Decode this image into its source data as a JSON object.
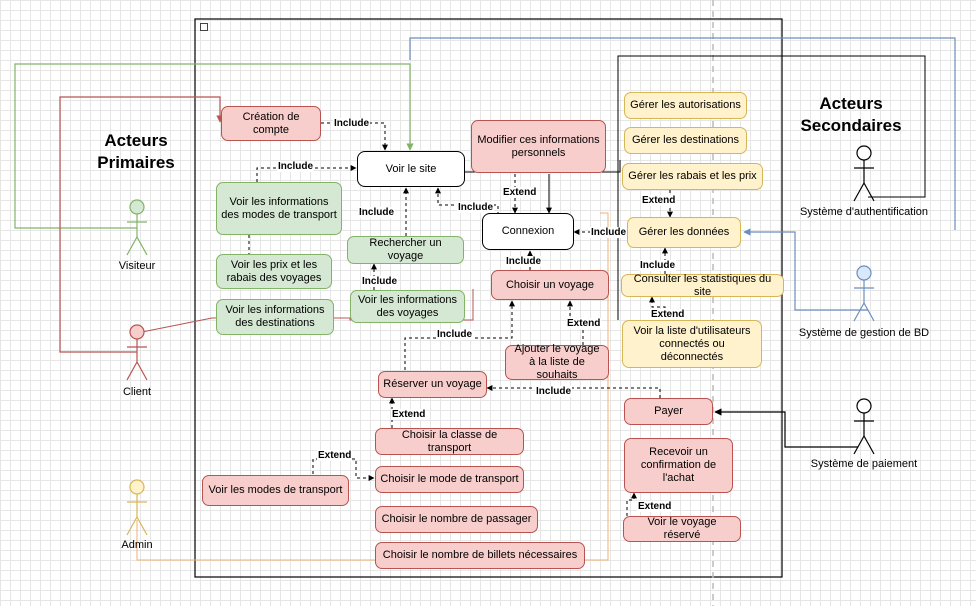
{
  "headings": {
    "primary": "Acteurs Primaires",
    "secondary": "Acteurs Secondaires"
  },
  "actors": {
    "visiteur": "Visiteur",
    "client": "Client",
    "admin": "Admin",
    "auth": "Système d'authentification",
    "bd": "Système de gestion de BD",
    "paiement": "Système de paiement"
  },
  "use_cases": {
    "creation_compte": "Création de compte",
    "voir_site": "Voir le site",
    "modifier_infos": "Modifier ces informations personnels",
    "voir_modes_transport_info": "Voir les informations des modes de transport",
    "connexion": "Connexion",
    "rechercher_voyage": "Rechercher un voyage",
    "voir_prix_rabais": "Voir les prix et les rabais des voyages",
    "voir_infos_destinations": "Voir les informations des destinations",
    "voir_infos_voyages": "Voir les informations des voyages",
    "choisir_voyage": "Choisir un voyage",
    "ajouter_souhaits": "Ajouter le voyage à la liste de souhaits",
    "reserver_voyage": "Réserver un voyage",
    "choisir_classe": "Choisir la classe de transport",
    "choisir_mode": "Choisir le mode de transport",
    "voir_modes_transport": "Voir les modes de transport",
    "choisir_nb_passager": "Choisir le nombre de passager",
    "choisir_nb_billets": "Choisir le nombre de billets nécessaires",
    "gerer_autorisations": "Gérer les autorisations",
    "gerer_destinations": "Gérer les destinations",
    "gerer_rabais": "Gérer les rabais et les prix",
    "gerer_donnees": "Gérer les données",
    "consulter_stats": "Consulter les statistiques du site",
    "voir_liste_utilisateurs": "Voir la liste d'utilisateurs connectés ou déconnectés",
    "payer": "Payer",
    "recevoir_confirmation": "Recevoir un confirmation de l'achat",
    "voir_voyage_reserve": "Voir le voyage réservé"
  },
  "relations": {
    "include": "Include",
    "extend": "Extend"
  },
  "colors": {
    "red_fill": "#f8cecc",
    "red_stroke": "#b85450",
    "green_fill": "#d5e8d4",
    "green_stroke": "#82b366",
    "yellow_fill": "#fff2cc",
    "yellow_stroke": "#d6b656",
    "blue_stroke": "#6c8ebf",
    "orange_stroke": "#f0b070"
  }
}
